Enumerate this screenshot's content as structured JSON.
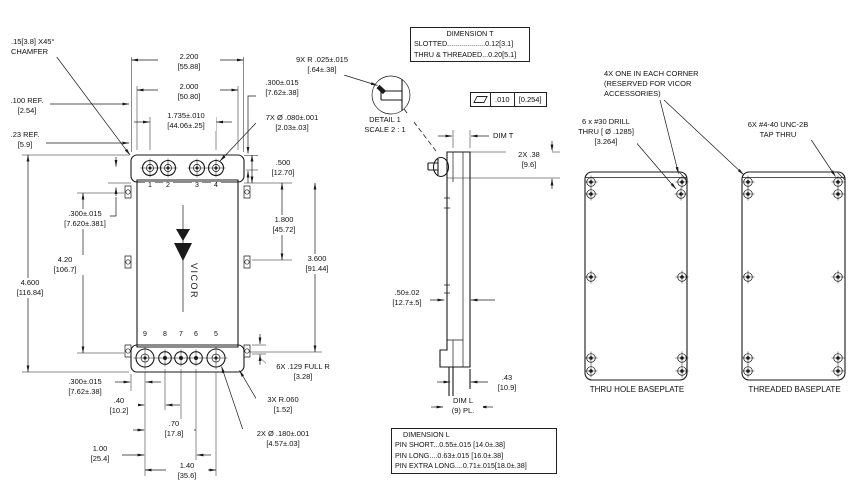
{
  "front_view": {
    "chamfer_note": ".15[3.8] X45°\nCHAMFER",
    "dim_width_outer": "2.200\n[55.88]",
    "dim_width_inner": "2.000\n[50.80]",
    "dim_pin_span": "1.735±.010\n[44.06±.25]",
    "dim_edge_offset_top_right": ".300±.015\n[7.62±.38]",
    "dim_small_holes": "7X  Ø .080±.001\n[2.03±.03]",
    "dim_flange_height": ".500\n[12.70]",
    "ref_offset_100": ".100  REF.\n[2.54]",
    "ref_offset_23": ".23  REF.\n[5.9]",
    "dim_offset_left": ".300±.015\n[7.620±.381]",
    "dim_height_inner": "4.20\n[106.7]",
    "dim_height_outer": "4.600\n[116.84]",
    "dim_span_1800": "1.800\n[45.72]",
    "dim_span_3600": "3.600\n[91.44]",
    "dim_full_radius": "6X  .129  FULL R\n[3.28]",
    "dim_edge_offset_bottom_left": ".300±.015\n[7.62±.38]",
    "dim_pin_40": ".40\n[10.2]",
    "dim_pin_70": ".70\n[17.8]",
    "dim_pin_100": "1.00\n[25.4]",
    "dim_pin_140": "1.40\n[35.6]",
    "dim_corner_radius": "3X  R.060\n[1.52]",
    "dim_big_holes": "2X  Ø .180±.001\n[4.57±.03]",
    "pins_top": [
      "1",
      "2",
      "3",
      "4"
    ],
    "pins_bottom": [
      "9",
      "8",
      "7",
      "6",
      "5"
    ],
    "logo": "VICOR"
  },
  "detail_view": {
    "radius_note": "9X  R .025±.015\n[.64±.38]",
    "label": "DETAIL 1\nSCALE 2 : 1"
  },
  "dimension_t_box": {
    "title": "DIMENSION T",
    "row_slotted": "SLOTTED...................0.12[3.1]",
    "row_thru": "THRU & THREADED...0.20[5.1]"
  },
  "flatness_callout": {
    "symbol": "flatness",
    "value": ".010",
    "value_mm": "[0.254]"
  },
  "side_view": {
    "dim_t_label": "DIM T",
    "dim_flange_38": "2X    .38\n[9.6]",
    "dim_depth_50": ".50±.02\n[12.7±.5]",
    "dim_43": ".43\n[10.9]",
    "dim_l_label": "DIM L\n(9)  PL."
  },
  "dimension_l_box": {
    "title": "DIMENSION L",
    "rows": [
      "PIN SHORT...0.55±.015 [14.0±.38]",
      "PIN LONG....0.63±.015 [16.0±.38]",
      "PIN EXTRA LONG....0.71±.015[18.0±.38]"
    ]
  },
  "baseplates": {
    "corner_note": "4X ONE IN EACH CORNER\n(RESERVED FOR VICOR\nACCESSORIES)",
    "drill_note": "6 x #30 DRILL\nTHRU [ Ø .1285]\n[3.264]",
    "tap_note": "6X #4-40 UNC-2B\nTAP THRU",
    "thru_hole_label": "THRU HOLE BASEPLATE",
    "threaded_label": "THREADED BASEPLATE"
  },
  "colors": {
    "line": "#1a1a1a",
    "background": "#ffffff"
  }
}
